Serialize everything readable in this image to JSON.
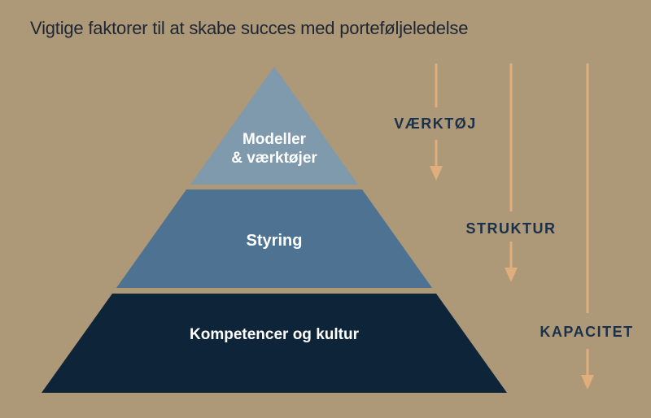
{
  "title": "Vigtige faktorer til at skabe succes med porteføljeledelse",
  "pyramid": {
    "levels": [
      {
        "label": "Modeller\n& værktøjer"
      },
      {
        "label": "Styring"
      },
      {
        "label": "Kompetencer og kultur"
      }
    ]
  },
  "annotations": [
    {
      "label": "VÆRKTØJ"
    },
    {
      "label": "STRUKTUR"
    },
    {
      "label": "KAPACITET"
    }
  ],
  "icons": {
    "down_arrow": "down-arrow-icon"
  },
  "colors": {
    "background": "#ad9878",
    "pyramid_top": "#7f99ad",
    "pyramid_middle": "#4e7392",
    "pyramid_bottom": "#0e2438",
    "pyramid_text": "#ffffff",
    "arrow": "#dfae7c",
    "annotation_text": "#1b3149",
    "title_text": "#1d2633"
  }
}
